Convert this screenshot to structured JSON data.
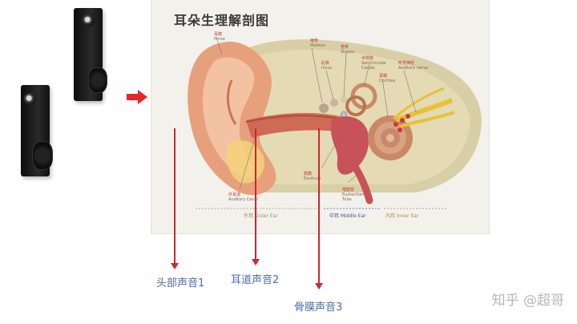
{
  "diagram_title": "耳朵生理解剖图",
  "anatomy_labels": {
    "pinna": {
      "cn": "耳廓",
      "en": "Pinna"
    },
    "malleus": {
      "cn": "锤骨",
      "en": "Malleus"
    },
    "incus": {
      "cn": "砧骨",
      "en": "Incus"
    },
    "stapes": {
      "cn": "镫骨",
      "en": "Stapes"
    },
    "semicircular": {
      "cn": "半规管",
      "en": "Semicircular Canals"
    },
    "auditory_nerve": {
      "cn": "听觉神经",
      "en": "Auditory nerve"
    },
    "cochlea": {
      "cn": "耳蜗",
      "en": "Cochlea"
    },
    "eardrum": {
      "cn": "鼓膜",
      "en": "Eardrum"
    },
    "eustachian": {
      "cn": "咽鼓管",
      "en": "Eustachian Tube"
    },
    "canal": {
      "cn": "外耳道",
      "en": "Auditory Canal"
    }
  },
  "sections": {
    "outer": {
      "cn": "外耳",
      "en": "Outer Ear"
    },
    "middle": {
      "cn": "中耳",
      "en": "Middle Ear"
    },
    "inner": {
      "cn": "内耳",
      "en": "Inner Ear"
    }
  },
  "captions": {
    "head_sound": "头部声音1",
    "canal_sound": "耳道声音2",
    "membrane_sound": "骨膜声音3"
  },
  "watermark": "知乎 @超哥",
  "colors": {
    "arrow_red": "#e8262a",
    "line_red": "#d0262a",
    "caption_blue": "#4e6da5"
  }
}
